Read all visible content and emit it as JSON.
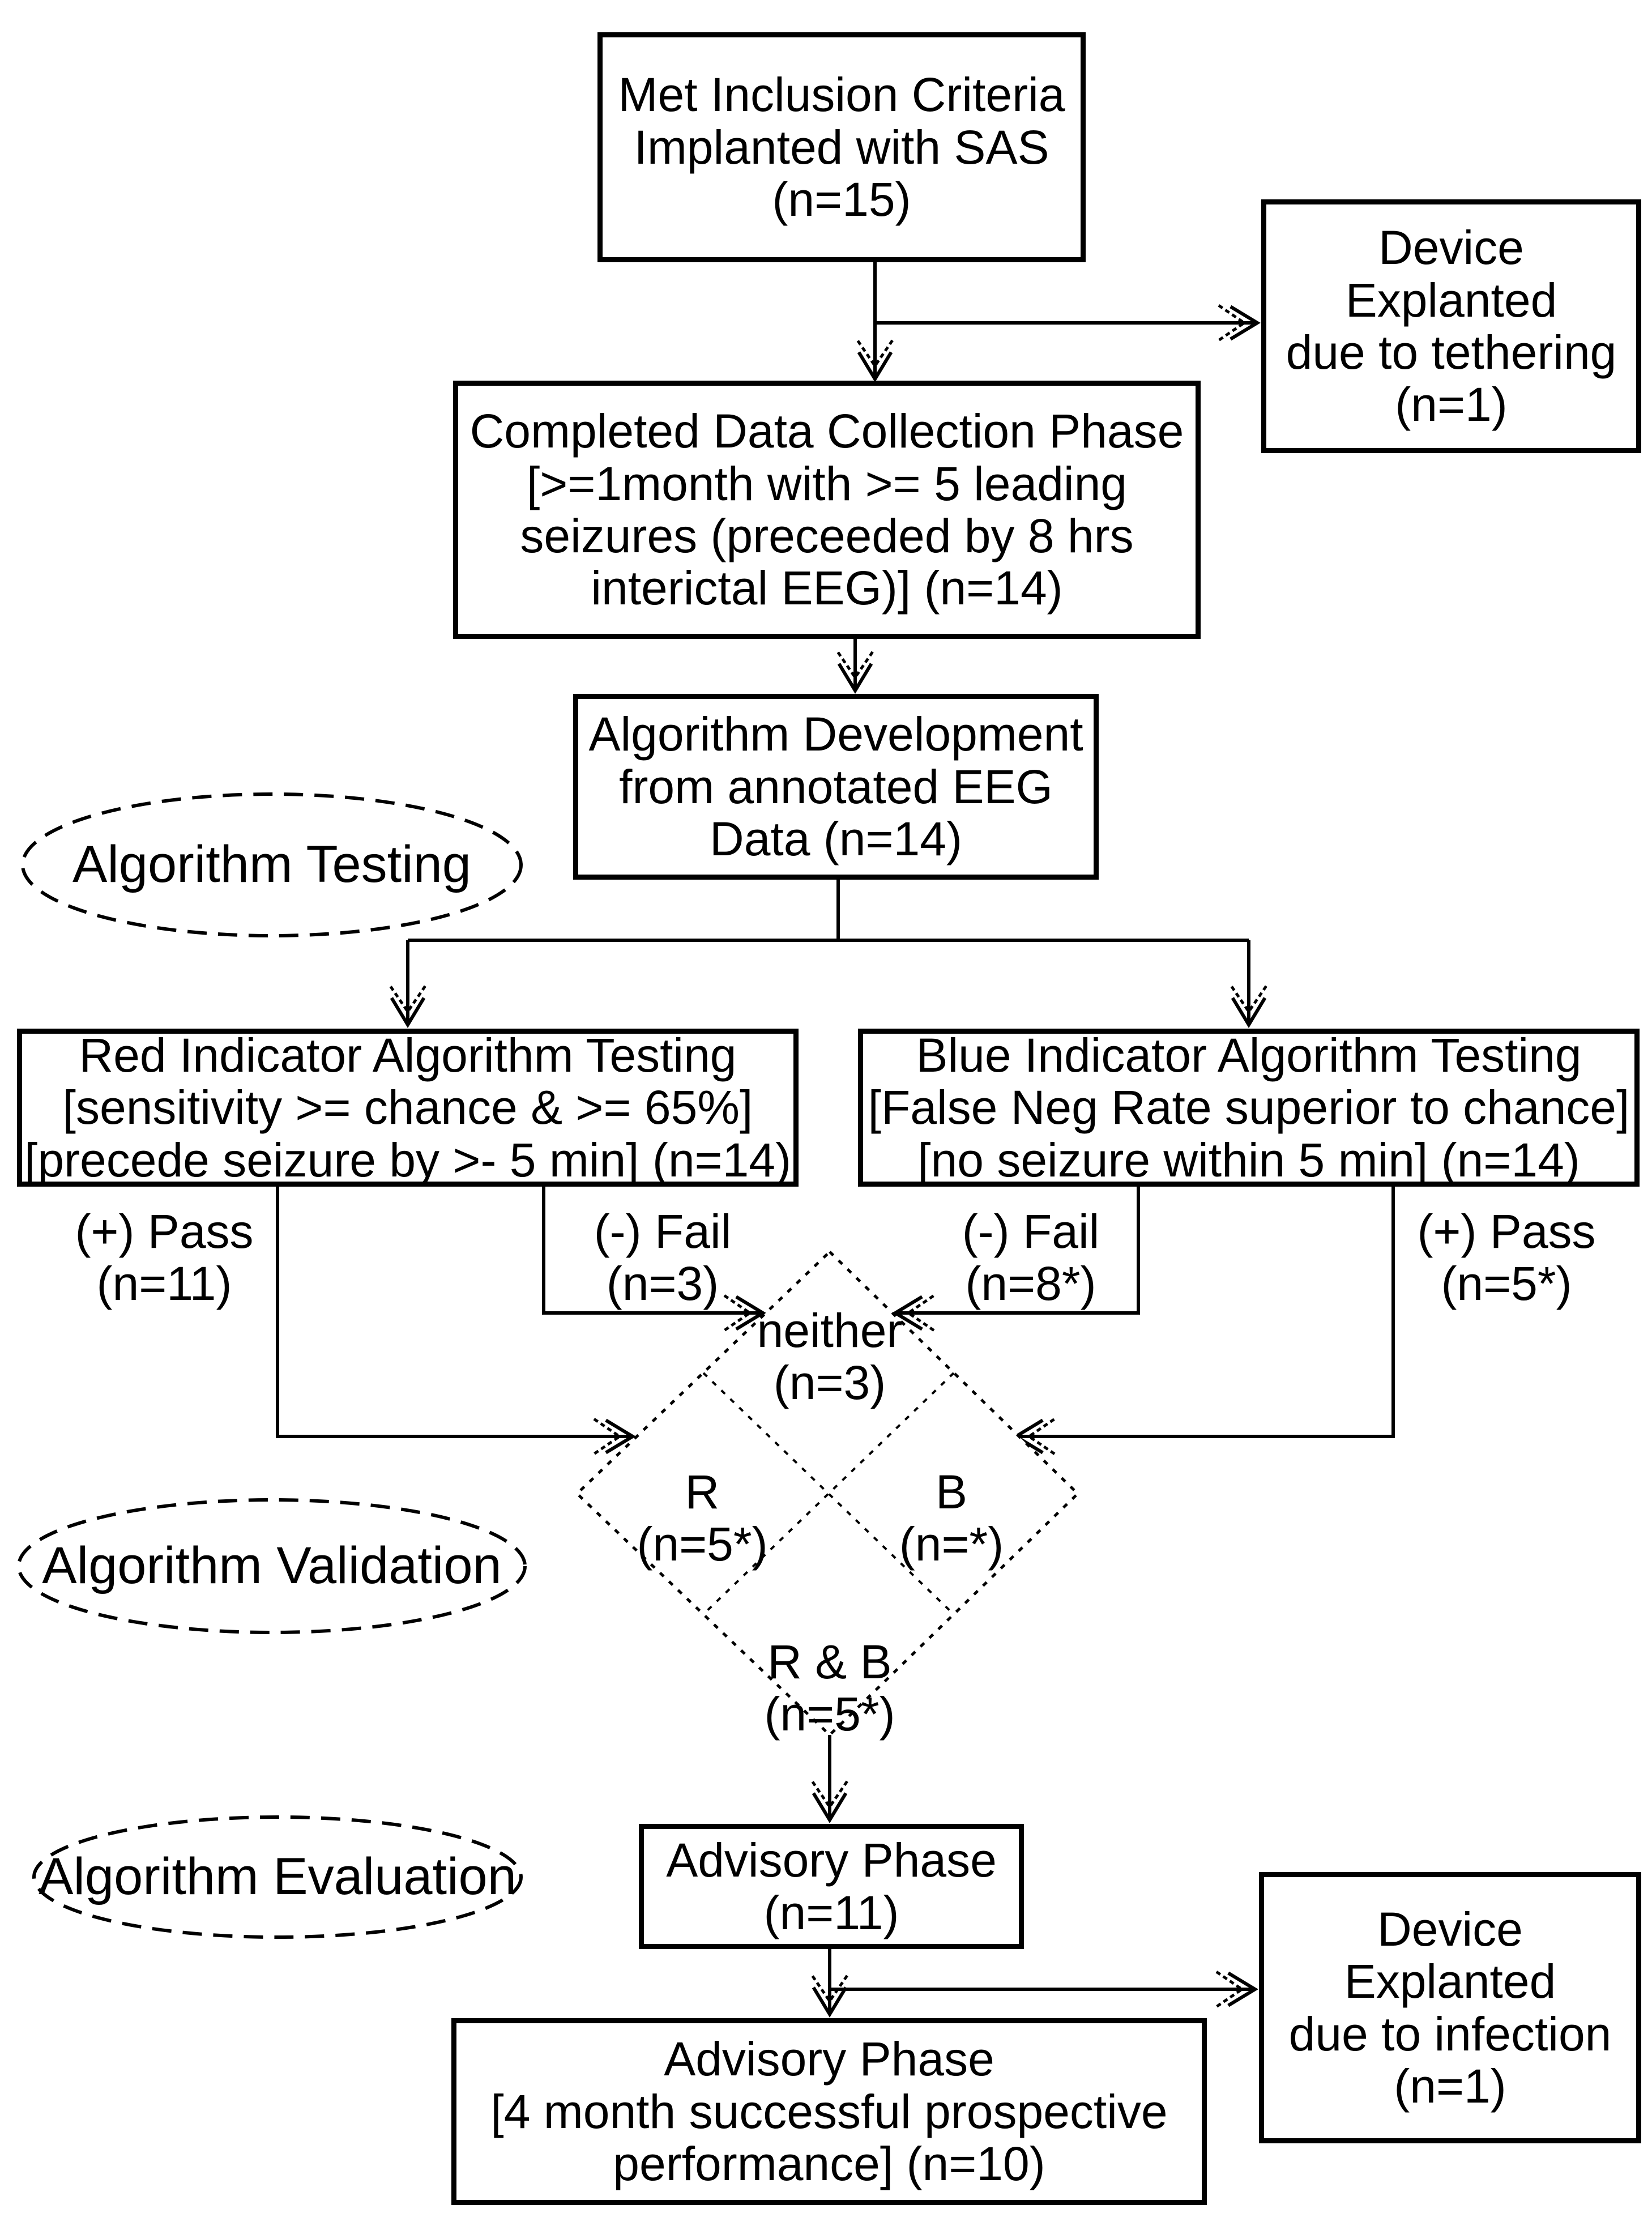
{
  "colors": {
    "ink": "#000000",
    "paper": "#ffffff"
  },
  "nodes": {
    "met_inclusion": "Met Inclusion Criteria\nImplanted with SAS\n(n=15)",
    "device_tethering": "Device\nExplanted\ndue to tethering\n(n=1)",
    "completed_data": "Completed Data Collection Phase\n[>=1month with >= 5 leading\nseizures (preceeded by 8 hrs\ninterictal EEG)] (n=14)",
    "algorithm_development": "Algorithm Development\nfrom annotated EEG\nData (n=14)",
    "red_testing": "Red Indicator Algorithm Testing\n[sensitivity >= chance & >= 65%]\n[precede seizure by >- 5 min] (n=14)",
    "blue_testing": "Blue Indicator Algorithm Testing\n[False Neg Rate superior to chance]\n[no seizure within 5 min] (n=14)",
    "advisory_phase": "Advisory Phase\n(n=11)",
    "device_infection": "Device\nExplanted\ndue to infection\n(n=1)",
    "advisory_phase_final": "Advisory Phase\n[4 month successful prospective\nperformance] (n=10)"
  },
  "stage_ellipses": {
    "testing": "Algorithm Testing",
    "validation": "Algorithm Validation",
    "evaluation": "Algorithm Evaluation"
  },
  "branch_labels": {
    "pass_left": "(+) Pass\n(n=11)",
    "fail_left": "(-) Fail\n(n=3)",
    "fail_right": "(-) Fail\n(n=8*)",
    "pass_right": "(+) Pass\n(n=5*)"
  },
  "diamond": {
    "neither": "neither\n(n=3)",
    "red_only": "R\n(n=5*)",
    "blue_only": "B\n(n=*)",
    "red_and_blue": "R & B\n(n=5*)"
  }
}
